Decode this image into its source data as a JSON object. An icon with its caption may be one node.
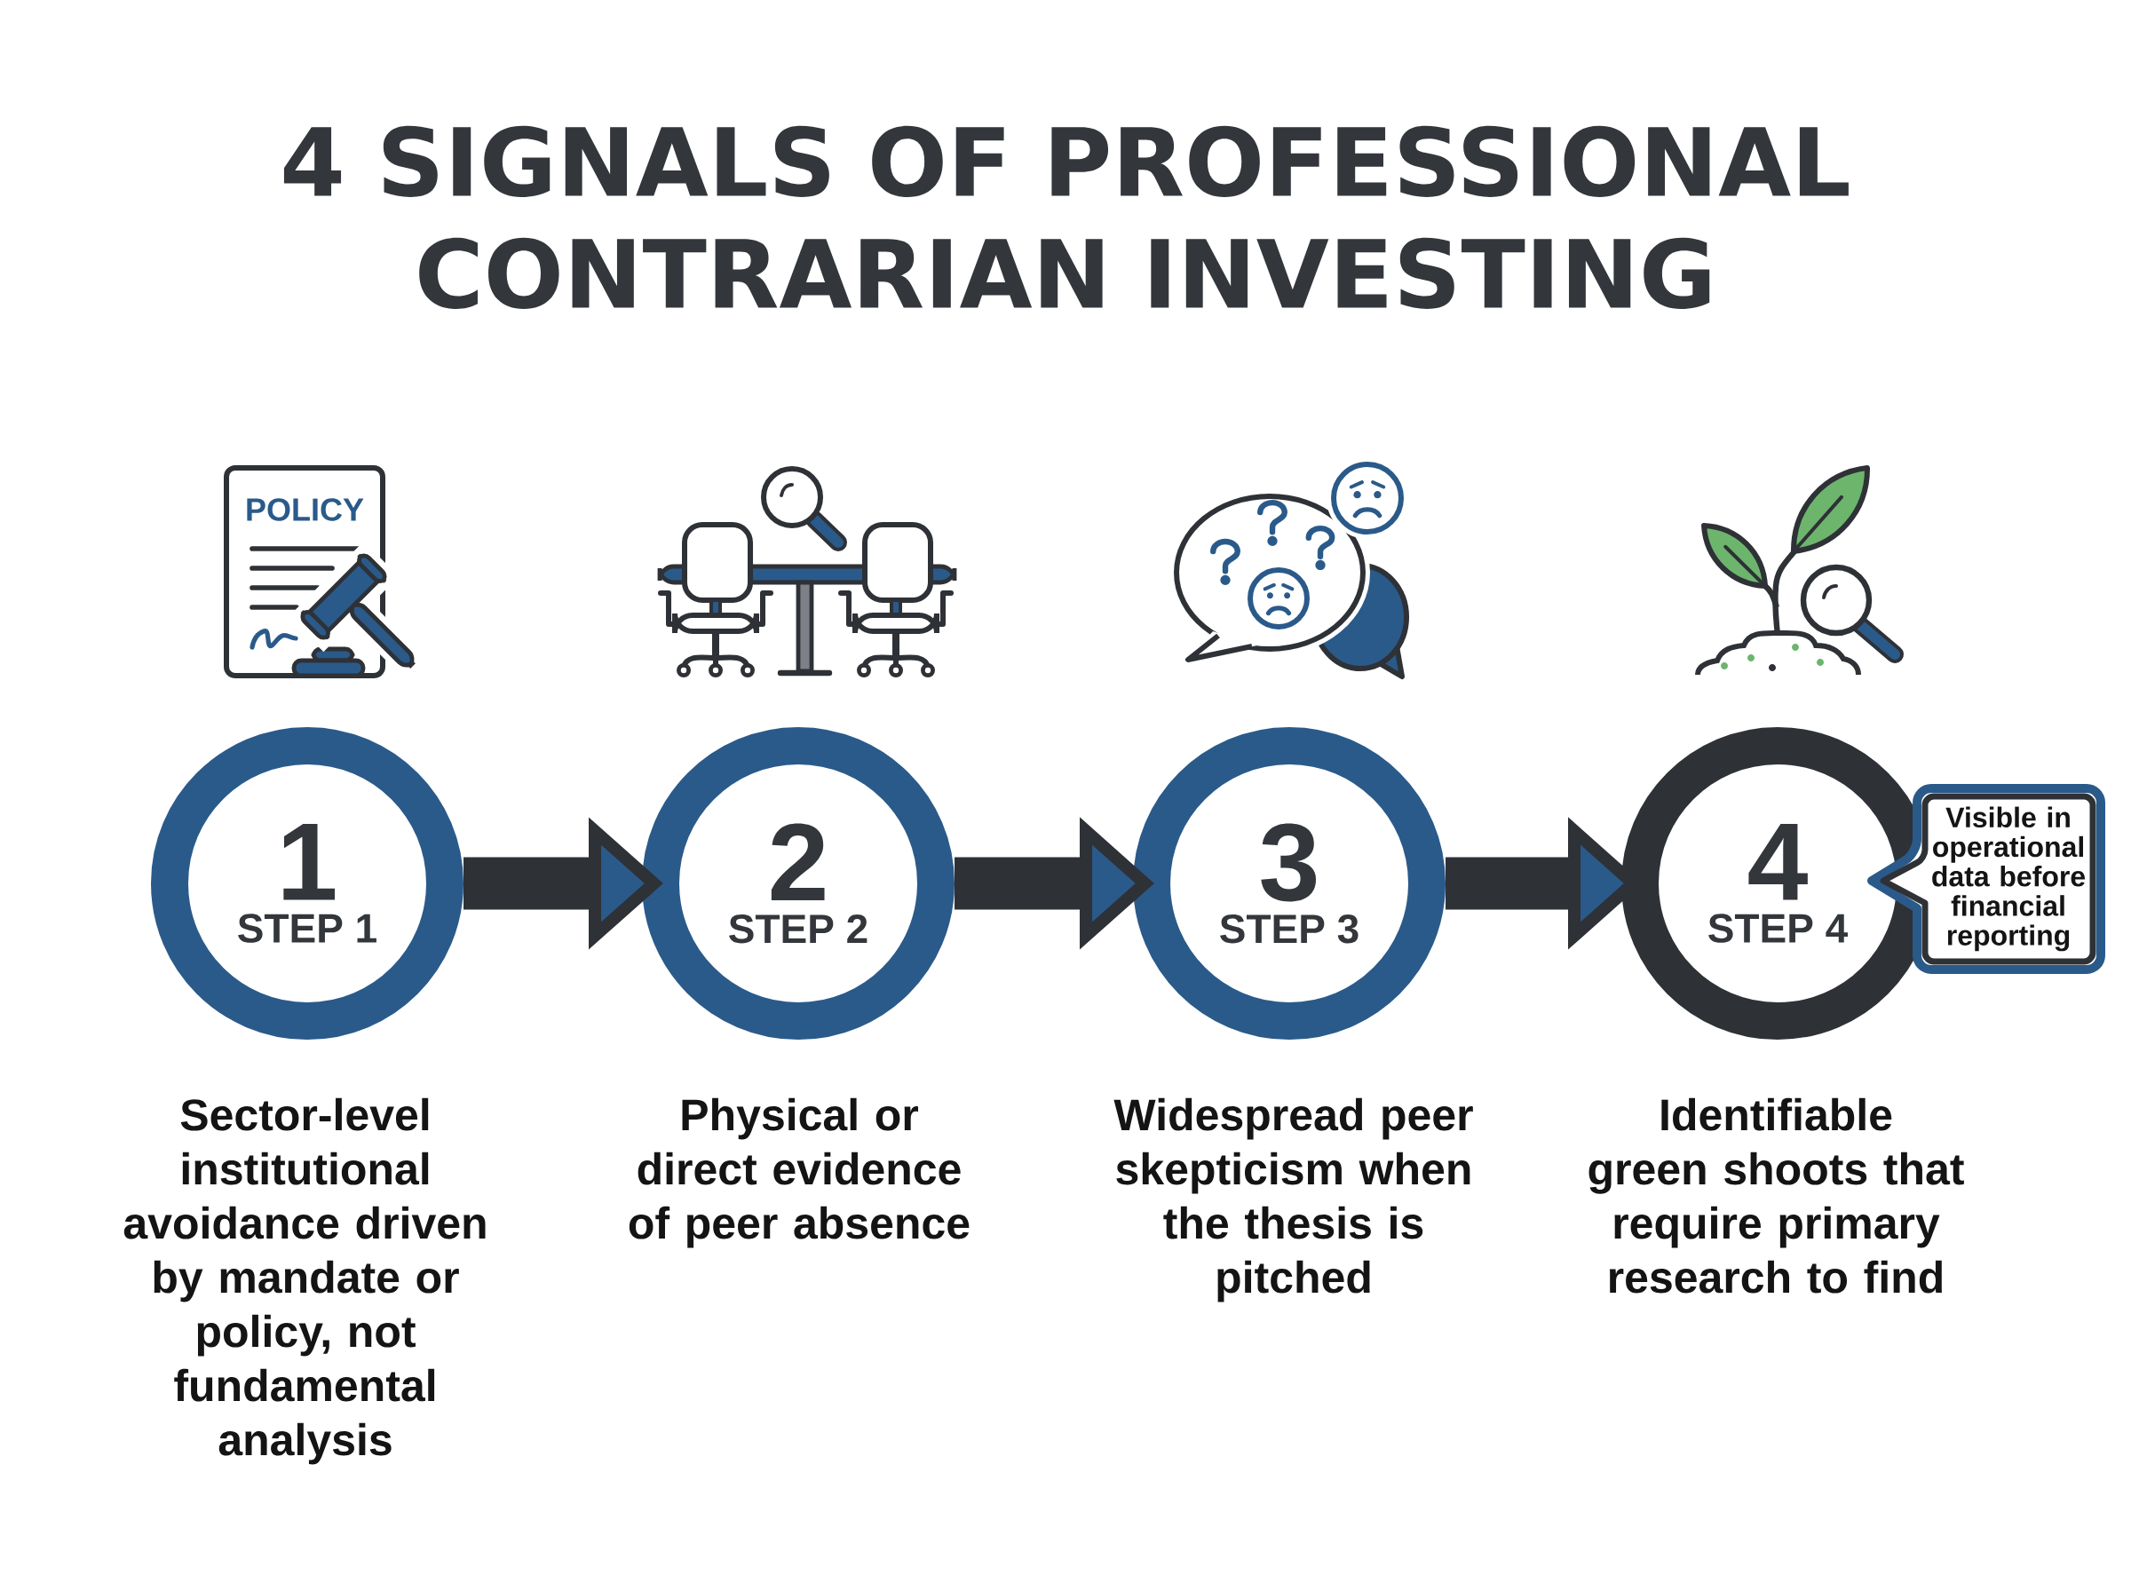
{
  "diagram": {
    "title": "4 SIGNALS OF PROFESSIONAL CONTRARIAN INVESTING",
    "nodes": [
      {
        "text": [
          "1",
          "STEP 1"
        ],
        "beside": [
          "Sector-level institutional avoidance driven by mandate or policy, not fundamental analysis"
        ]
      },
      {
        "text": [
          "2",
          "STEP 2"
        ],
        "beside": [
          "Physical or direct evidence of peer absence"
        ]
      },
      {
        "text": [
          "3",
          "STEP 3"
        ],
        "beside": [
          "Widespread peer skepticism when the thesis is pitched"
        ]
      },
      {
        "text": [
          "4",
          "STEP 4"
        ],
        "beside": [
          "Identifiable green shoots that require primary research to find"
        ]
      },
      {
        "text": [
          "Visible in operational data before financial reporting"
        ]
      }
    ],
    "edges": [
      {
        "from": 0,
        "to": 1,
        "arrow": "to"
      },
      {
        "from": 1,
        "to": 2,
        "arrow": "to"
      },
      {
        "from": 2,
        "to": 3,
        "arrow": "to"
      }
    ],
    "labels": [
      "POLICY"
    ]
  }
}
